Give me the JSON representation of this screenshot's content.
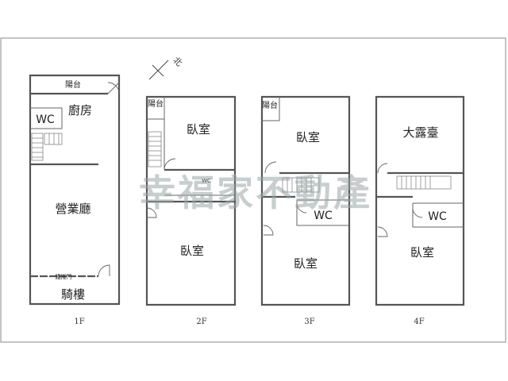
{
  "north_label": "北",
  "watermark": "幸福家不動產",
  "floors": [
    {
      "id": "1F",
      "label": "1F",
      "rooms": {
        "balcony": "陽台",
        "kitchen": "廚房",
        "wc": "WC",
        "business_hall": "營業廳",
        "rolling_door": "鐵捲門",
        "arcade": "騎樓"
      }
    },
    {
      "id": "2F",
      "label": "2F",
      "rooms": {
        "balcony": "陽台",
        "bedroom_front": "臥室",
        "wc": "WC",
        "bedroom_back": "臥室"
      }
    },
    {
      "id": "3F",
      "label": "3F",
      "rooms": {
        "balcony": "陽台",
        "bedroom_front": "臥室",
        "wc": "WC",
        "bedroom_back": "臥室"
      }
    },
    {
      "id": "4F",
      "label": "4F",
      "rooms": {
        "terrace": "大露臺",
        "wc": "WC",
        "bedroom": "臥室"
      }
    }
  ],
  "colors": {
    "wall": "#555555",
    "watermark": "#9aa6a6",
    "frame": "#888888"
  }
}
